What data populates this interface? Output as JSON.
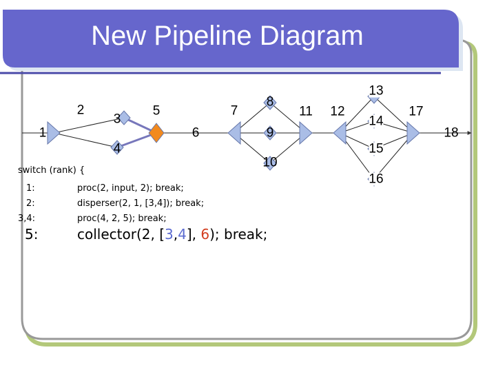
{
  "slide": {
    "title": "New Pipeline Diagram"
  },
  "diagram": {
    "nodes": [
      {
        "id": "1",
        "label": "1",
        "shape": "triangle",
        "fill": "#aabde6"
      },
      {
        "id": "2",
        "label": "2",
        "shape": "triangle",
        "fill": "#aabde6"
      },
      {
        "id": "3",
        "label": "3",
        "shape": "diamond",
        "fill": "#aabde6"
      },
      {
        "id": "4",
        "label": "4",
        "shape": "diamond",
        "fill": "#aabde6"
      },
      {
        "id": "5",
        "label": "5",
        "shape": "diamond",
        "fill": "#f28a1e"
      },
      {
        "id": "6",
        "label": "6",
        "shape": "triangle",
        "fill": "#aabde6"
      },
      {
        "id": "7",
        "label": "7",
        "shape": "triangle",
        "fill": "#aabde6"
      },
      {
        "id": "8",
        "label": "8",
        "shape": "diamond",
        "fill": "#aabde6"
      },
      {
        "id": "9",
        "label": "9",
        "shape": "diamond",
        "fill": "#aabde6"
      },
      {
        "id": "10",
        "label": "10",
        "shape": "diamond",
        "fill": "#aabde6"
      },
      {
        "id": "11",
        "label": "11",
        "shape": "triangle",
        "fill": "#aabde6"
      },
      {
        "id": "12",
        "label": "12",
        "shape": "triangle",
        "fill": "#aabde6"
      },
      {
        "id": "13",
        "label": "13",
        "shape": "diamond",
        "fill": "#aabde6"
      },
      {
        "id": "14",
        "label": "14",
        "shape": "diamond",
        "fill": "#aabde6"
      },
      {
        "id": "15",
        "label": "15",
        "shape": "diamond",
        "fill": "#aabde6"
      },
      {
        "id": "16",
        "label": "16",
        "shape": "diamond",
        "fill": "#aabde6"
      },
      {
        "id": "17",
        "label": "17",
        "shape": "triangle",
        "fill": "#aabde6"
      },
      {
        "id": "18",
        "label": "18",
        "shape": "triangle",
        "fill": "#aabde6"
      }
    ],
    "edges": [
      [
        "in",
        "1"
      ],
      [
        "1",
        "3"
      ],
      [
        "1",
        "4"
      ],
      [
        "3",
        "5"
      ],
      [
        "4",
        "5"
      ],
      [
        "5",
        "7"
      ],
      [
        "7",
        "8"
      ],
      [
        "7",
        "9"
      ],
      [
        "7",
        "10"
      ],
      [
        "8",
        "11"
      ],
      [
        "9",
        "11"
      ],
      [
        "10",
        "11"
      ],
      [
        "11",
        "12"
      ],
      [
        "12",
        "13"
      ],
      [
        "12",
        "14"
      ],
      [
        "12",
        "15"
      ],
      [
        "12",
        "16"
      ],
      [
        "13",
        "17"
      ],
      [
        "14",
        "17"
      ],
      [
        "15",
        "17"
      ],
      [
        "16",
        "17"
      ],
      [
        "17",
        "out"
      ]
    ]
  },
  "code": {
    "header": "switch (rank) {",
    "lines": [
      {
        "label": "1:",
        "text": "proc(2, input, 2); break;"
      },
      {
        "label": "2:",
        "text": "disperser(2, 1, [3,4]); break;"
      },
      {
        "label": "3,4:",
        "text": "proc(4, 2, 5); break;"
      }
    ],
    "highlight": {
      "label": "5:",
      "prefix": "collector(2, [",
      "a": "3",
      "sep": ",",
      "b": "4",
      "mid": "], ",
      "c": "6",
      "suffix": "); break;"
    }
  },
  "colors": {
    "header_band": "#6666cc",
    "frame_border": "#999999",
    "shadow": "#b3c87a",
    "node_fill": "#aabde6",
    "highlight_node": "#f28a1e",
    "arrow": "#7777bb"
  }
}
